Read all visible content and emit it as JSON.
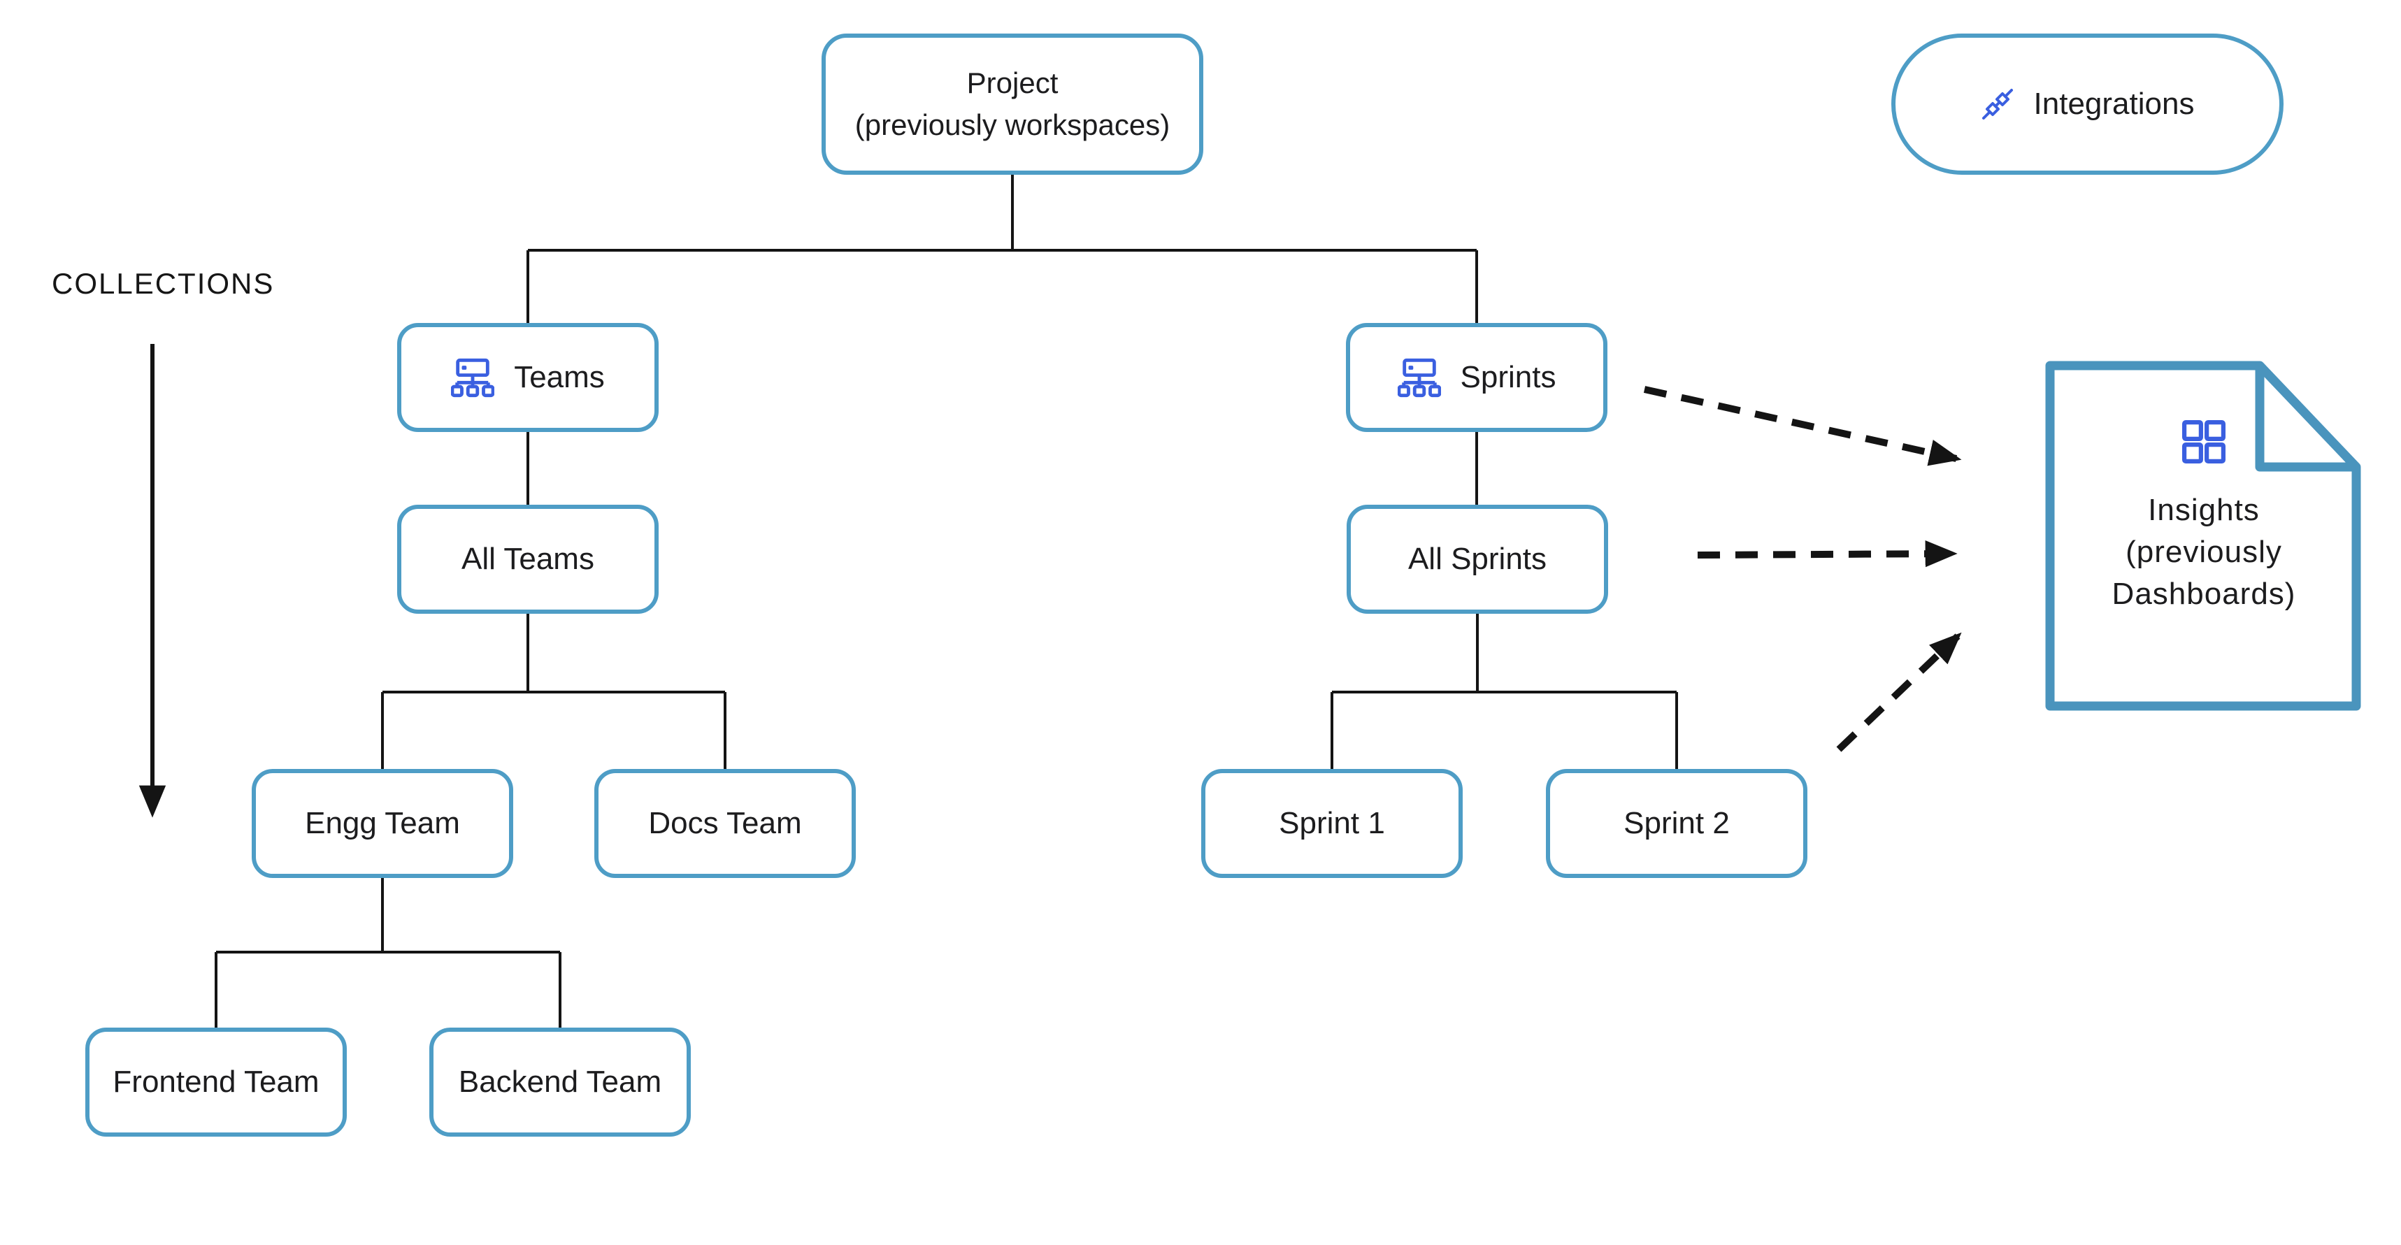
{
  "colors": {
    "node_border": "#4E9DC6",
    "doc_border": "#4A94BD",
    "icon_blue": "#3A5FE0",
    "connector_line": "#141414",
    "text": "#1C1C1E"
  },
  "collections": {
    "label": "COLLECTIONS"
  },
  "nodes": {
    "project": {
      "line1": "Project",
      "line2": "(previously workspaces)"
    },
    "integrations": {
      "label": "Integrations",
      "icon": "integrations-icon"
    },
    "teams": {
      "label": "Teams",
      "icon": "sitemap-icon"
    },
    "sprints": {
      "label": "Sprints",
      "icon": "sitemap-icon"
    },
    "all_teams": {
      "label": "All Teams"
    },
    "all_sprints": {
      "label": "All Sprints"
    },
    "engg_team": {
      "label": "Engg Team"
    },
    "docs_team": {
      "label": "Docs Team"
    },
    "sprint_1": {
      "label": "Sprint 1"
    },
    "sprint_2": {
      "label": "Sprint 2"
    },
    "frontend_team": {
      "label": "Frontend Team"
    },
    "backend_team": {
      "label": "Backend Team"
    },
    "insights": {
      "line1": "Insights",
      "line2": "(previously",
      "line3": "Dashboards)",
      "icon": "dashboard-grid-icon"
    }
  }
}
